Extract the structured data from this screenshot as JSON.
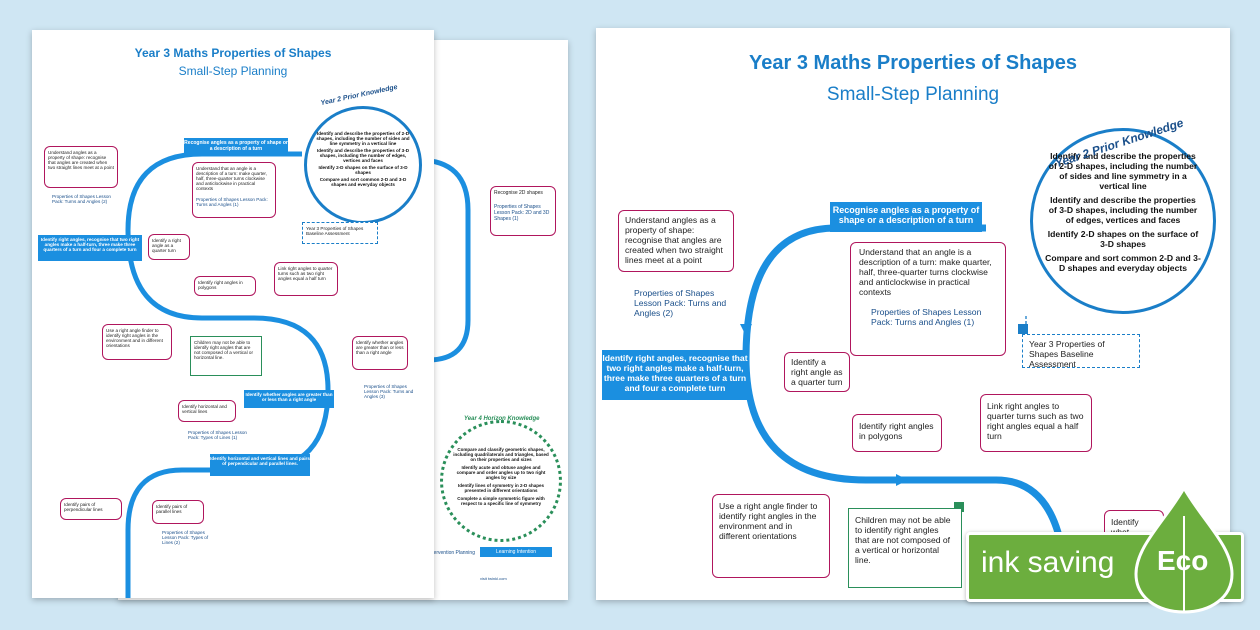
{
  "title": "Year 3 Maths Properties of Shapes",
  "subtitle": "Small-Step Planning",
  "prior_knowledge": {
    "heading": "Year 2 Prior Knowledge",
    "items": [
      "Identify and describe the properties of 2-D shapes, including the number of sides and line symmetry in a vertical line",
      "Identify and describe the properties of 3-D shapes, including the number of edges, vertices and faces",
      "Identify 2-D shapes on the surface of 3-D shapes",
      "Compare and sort common 2-D and 3-D shapes and everyday objects"
    ]
  },
  "horizon_knowledge": {
    "heading": "Year 4 Horizon Knowledge",
    "items": [
      "Compare and classify geometric shapes, including quadrilaterals and triangles, based on their properties and sizes",
      "Identify acute and obtuse angles and compare and order angles up to two right angles by size",
      "Identify lines of symmetry in 2-D shapes presented in different orientations",
      "Complete a simple symmetric figure with respect to a specific line of symmetry"
    ]
  },
  "banners": {
    "angles": "Recognise angles as a property of shape or a description of a turn",
    "right_angles": "Identify right angles, recognise that two right angles make a half-turn, three make three quarters of a turn and four a complete turn",
    "greater_less": "Identify whether angles are greater than or less than a right angle",
    "lines": "Identify horizontal and vertical lines and pairs of perpendicular and parallel lines."
  },
  "boxes": {
    "understand_shape": "Understand angles as a property of shape: recognise that angles are created when two straight lines meet at a point",
    "understand_shape_link": "Properties of Shapes Lesson Pack: Turns and Angles (2)",
    "understand_turn": "Understand that an angle is a description of a turn: make quarter, half, three-quarter turns clockwise and anticlockwise in practical contexts",
    "understand_turn_link": "Properties of Shapes Lesson Pack: Turns and Angles (1)",
    "quarter_turn": "Identify a right angle as a quarter turn",
    "polygons": "Identify right angles in polygons",
    "link_right": "Link right angles to quarter turns such as two right angles equal a half turn",
    "finder": "Use a right angle finder to identify right angles in the environment and in different orientations",
    "misconception": "Children may not be able to identify right angles that are not composed of a vertical or horizontal line.",
    "baseline": "Year 3 Properties of Shapes Baseline Assessment",
    "recognise_2d": "Recognise 2D shapes",
    "recognise_2d_link": "Properties of Shapes Lesson Pack: 2D and 3D Shapes (1)",
    "whether": "Identify whether angles are greater than or less than a right angle",
    "whether_link": "Properties of Shapes Lesson Pack: Turns and Angles (3)",
    "hv_lines": "Identify horizontal and vertical lines",
    "hv_lines_link": "Properties of Shapes Lesson Pack: Types of Lines (1)",
    "perpendicular": "Identify pairs of perpendicular lines",
    "parallel": "Identify pairs of parallel lines",
    "parallel_link": "Properties of Shapes Lesson Pack: Types of Lines (2)",
    "right_partial": "Identify whet"
  },
  "footer": {
    "intervention": "Intervention Planning",
    "learning": "Learning Intention",
    "url": "visit twinkl.com"
  },
  "eco": {
    "text": "ink saving",
    "label": "Eco"
  },
  "colors": {
    "title_blue": "#1a7ec8",
    "banner_blue": "#1b8fe0",
    "box_border": "#b0165d",
    "eco_green": "#6cae3e"
  }
}
